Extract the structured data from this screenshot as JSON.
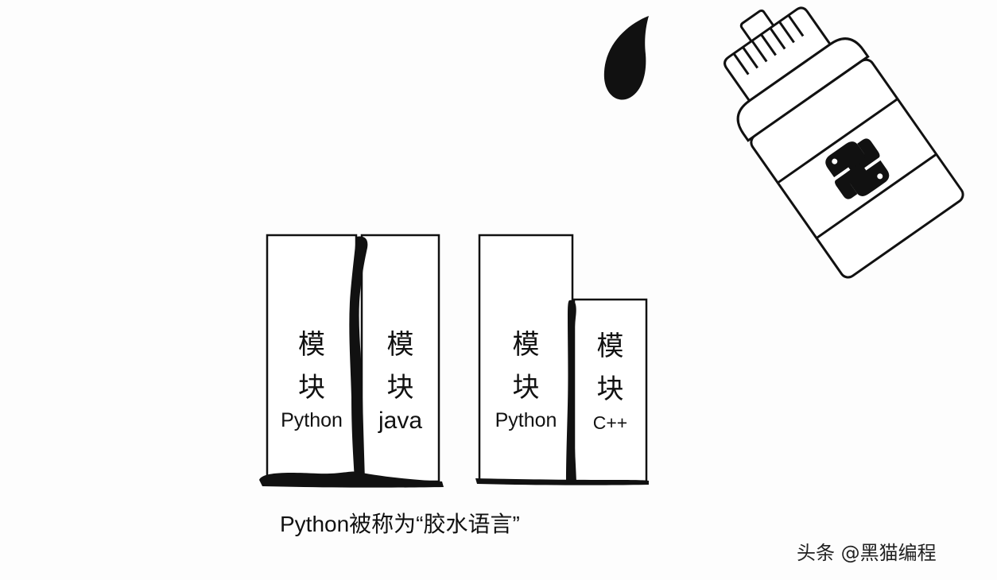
{
  "modules": [
    {
      "char1": "模",
      "char2": "块",
      "lang": "Python"
    },
    {
      "char1": "模",
      "char2": "块",
      "lang": "java"
    },
    {
      "char1": "模",
      "char2": "块",
      "lang": "Python"
    },
    {
      "char1": "模",
      "char2": "块",
      "lang": "C++"
    }
  ],
  "caption": "Python被称为“胶水语言”",
  "watermark": "头条 @黑猫编程",
  "icons": {
    "bottle": "glue-bottle-icon",
    "logo": "python-logo-icon",
    "drop": "glue-drop-icon"
  },
  "colors": {
    "ink": "#111111",
    "background": "#fdfdfd"
  }
}
